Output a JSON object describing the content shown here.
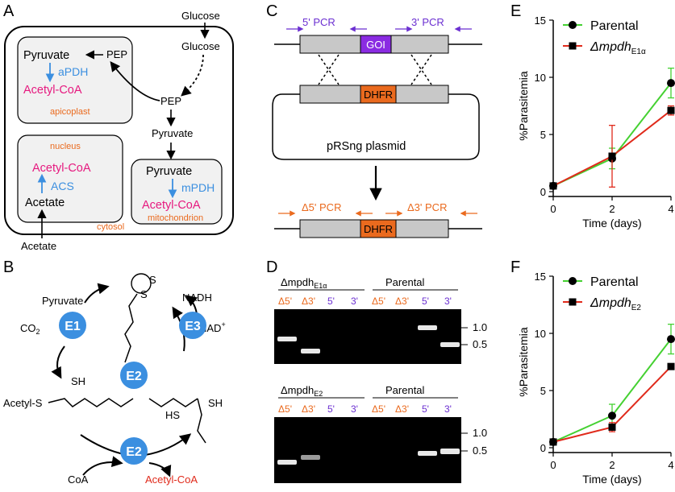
{
  "panels": [
    "A",
    "B",
    "C",
    "D",
    "E",
    "F"
  ],
  "panel_a": {
    "glucose_outside": "Glucose",
    "glucose_inside": "Glucose",
    "pep_cytosol": "PEP",
    "pyruvate_cytosol": "Pyruvate",
    "apicoplast": {
      "pyruvate": "Pyruvate",
      "pep": "PEP",
      "enzyme": "aPDH",
      "product": "Acetyl-CoA",
      "label": "apicoplast"
    },
    "nucleus": {
      "label": "nucleus",
      "product": "Acetyl-CoA",
      "enzyme": "ACS",
      "acetate": "Acetate"
    },
    "mitochondrion": {
      "pyruvate": "Pyruvate",
      "enzyme": "mPDH",
      "product": "Acetyl-CoA",
      "label": "mitochondrion"
    },
    "cytosol": "cytosol",
    "acetate_outside": "Acetate"
  },
  "panel_b": {
    "pyruvate": "Pyruvate",
    "co2": "CO",
    "co2_sub": "2",
    "nadh": "NADH",
    "nad": "NAD",
    "nad_sup": "+",
    "acetyl_s": "Acetyl-S",
    "sh1": "SH",
    "sh2": "SH",
    "sh3": "HS",
    "s1": "S",
    "s2": "S",
    "coa": "CoA",
    "acetyl_coa": "Acetyl-CoA",
    "e1": "E1",
    "e2a": "E2",
    "e3": "E3",
    "e2b": "E2"
  },
  "panel_c": {
    "pcr5": "5' PCR",
    "pcr3": "3' PCR",
    "goi": "GOI",
    "dhfr": "DHFR",
    "dhfr2": "DHFR",
    "plasmid": "pRSng plasmid",
    "d5": "Δ5' PCR",
    "d3": "Δ3' PCR"
  },
  "panel_d": {
    "top_left": "Δmpdh",
    "top_left_sub": "E1α",
    "top_right": "Parental",
    "bottom_left": "Δmpdh",
    "bottom_left_sub": "E2",
    "bottom_right": "Parental",
    "lanes": [
      "Δ5'",
      "Δ3'",
      "5'",
      "3'",
      "Δ5'",
      "Δ3'",
      "5'",
      "3'"
    ],
    "markers": [
      "1.0",
      "0.5"
    ]
  },
  "colors": {
    "green": "#45d132",
    "red": "#e02a1b",
    "magenta": "#e6197f",
    "blue": "#3b8fe0",
    "orange": "#ea6a1e",
    "purple": "#6b2fd1",
    "goi": "#8a2be2",
    "dhfr": "#ea6a1e"
  },
  "chart_data": [
    {
      "type": "line",
      "panel": "E",
      "xlabel": "Time (days)",
      "ylabel": "%Parasitemia",
      "xlim": [
        0,
        4
      ],
      "ylim": [
        0,
        15
      ],
      "xticks": [
        "0",
        "2",
        "4"
      ],
      "yticks": [
        "0",
        "5",
        "10",
        "15"
      ],
      "x": [
        0,
        2,
        4
      ],
      "legend_position": "top-right",
      "series": [
        {
          "name": "Parental",
          "values": [
            0.5,
            2.9,
            9.5
          ],
          "errors": [
            0.1,
            0.9,
            1.3
          ],
          "color": "#45d132",
          "marker": "circle"
        },
        {
          "name": "Δmpdh",
          "name_sub": "E1α",
          "values": [
            0.5,
            3.1,
            7.1
          ],
          "errors": [
            0.1,
            2.7,
            0.4
          ],
          "color": "#e02a1b",
          "marker": "square"
        }
      ]
    },
    {
      "type": "line",
      "panel": "F",
      "xlabel": "Time (days)",
      "ylabel": "%Parasitemia",
      "xlim": [
        0,
        4
      ],
      "ylim": [
        0,
        15
      ],
      "xticks": [
        "0",
        "2",
        "4"
      ],
      "yticks": [
        "0",
        "5",
        "10",
        "15"
      ],
      "x": [
        0,
        2,
        4
      ],
      "legend_position": "top-right",
      "series": [
        {
          "name": "Parental",
          "values": [
            0.5,
            2.8,
            9.5
          ],
          "errors": [
            0.1,
            1.0,
            1.3
          ],
          "color": "#45d132",
          "marker": "circle"
        },
        {
          "name": "Δmpdh",
          "name_sub": "E2",
          "values": [
            0.5,
            1.8,
            7.1
          ],
          "errors": [
            0.1,
            0.4,
            0.1
          ],
          "color": "#e02a1b",
          "marker": "square"
        }
      ]
    }
  ]
}
